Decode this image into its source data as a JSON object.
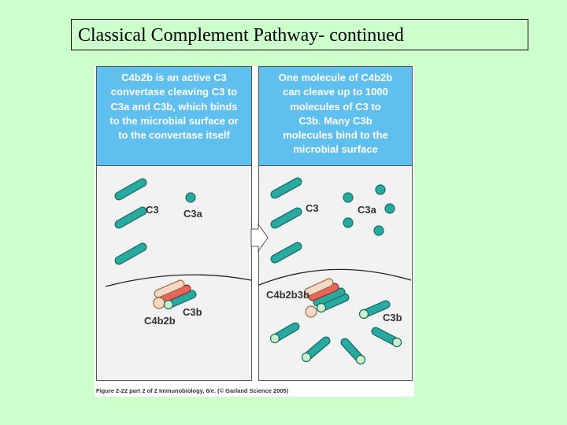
{
  "slide": {
    "title": "Classical Complement Pathway- continued"
  },
  "figure": {
    "left_panel": {
      "header": "C4b2b is an active C3\nconvertase cleaving C3 to\nC3a and C3b, which binds\nto the microbial surface or\nto the convertase itself",
      "labels": {
        "c3": "C3",
        "c3a": "C3a",
        "c3b": "C3b",
        "convertase": "C4b2b"
      }
    },
    "right_panel": {
      "header": "One molecule of C4b2b\ncan cleave up to 1000\nmolecules of C3 to\nC3b. Many C3b\nmolecules bind to the\nmicrobial surface",
      "labels": {
        "c3": "C3",
        "c3a": "C3a",
        "c3b": "C3b",
        "convertase": "C4b2b3b"
      }
    },
    "caption": "Figure 2-22 part 2 of 2 Immunobiology, 6/e. (© Garland Science 2005)",
    "colors": {
      "c3": "#2aa9a0",
      "c3_outline": "#0f6e68",
      "c4b": "#f5d9c6",
      "c2b": "#e8655c",
      "c3b_end": "#cfefc6",
      "header_bg": "#5fc0f0",
      "panel_bg": "#f2f2f2"
    }
  }
}
